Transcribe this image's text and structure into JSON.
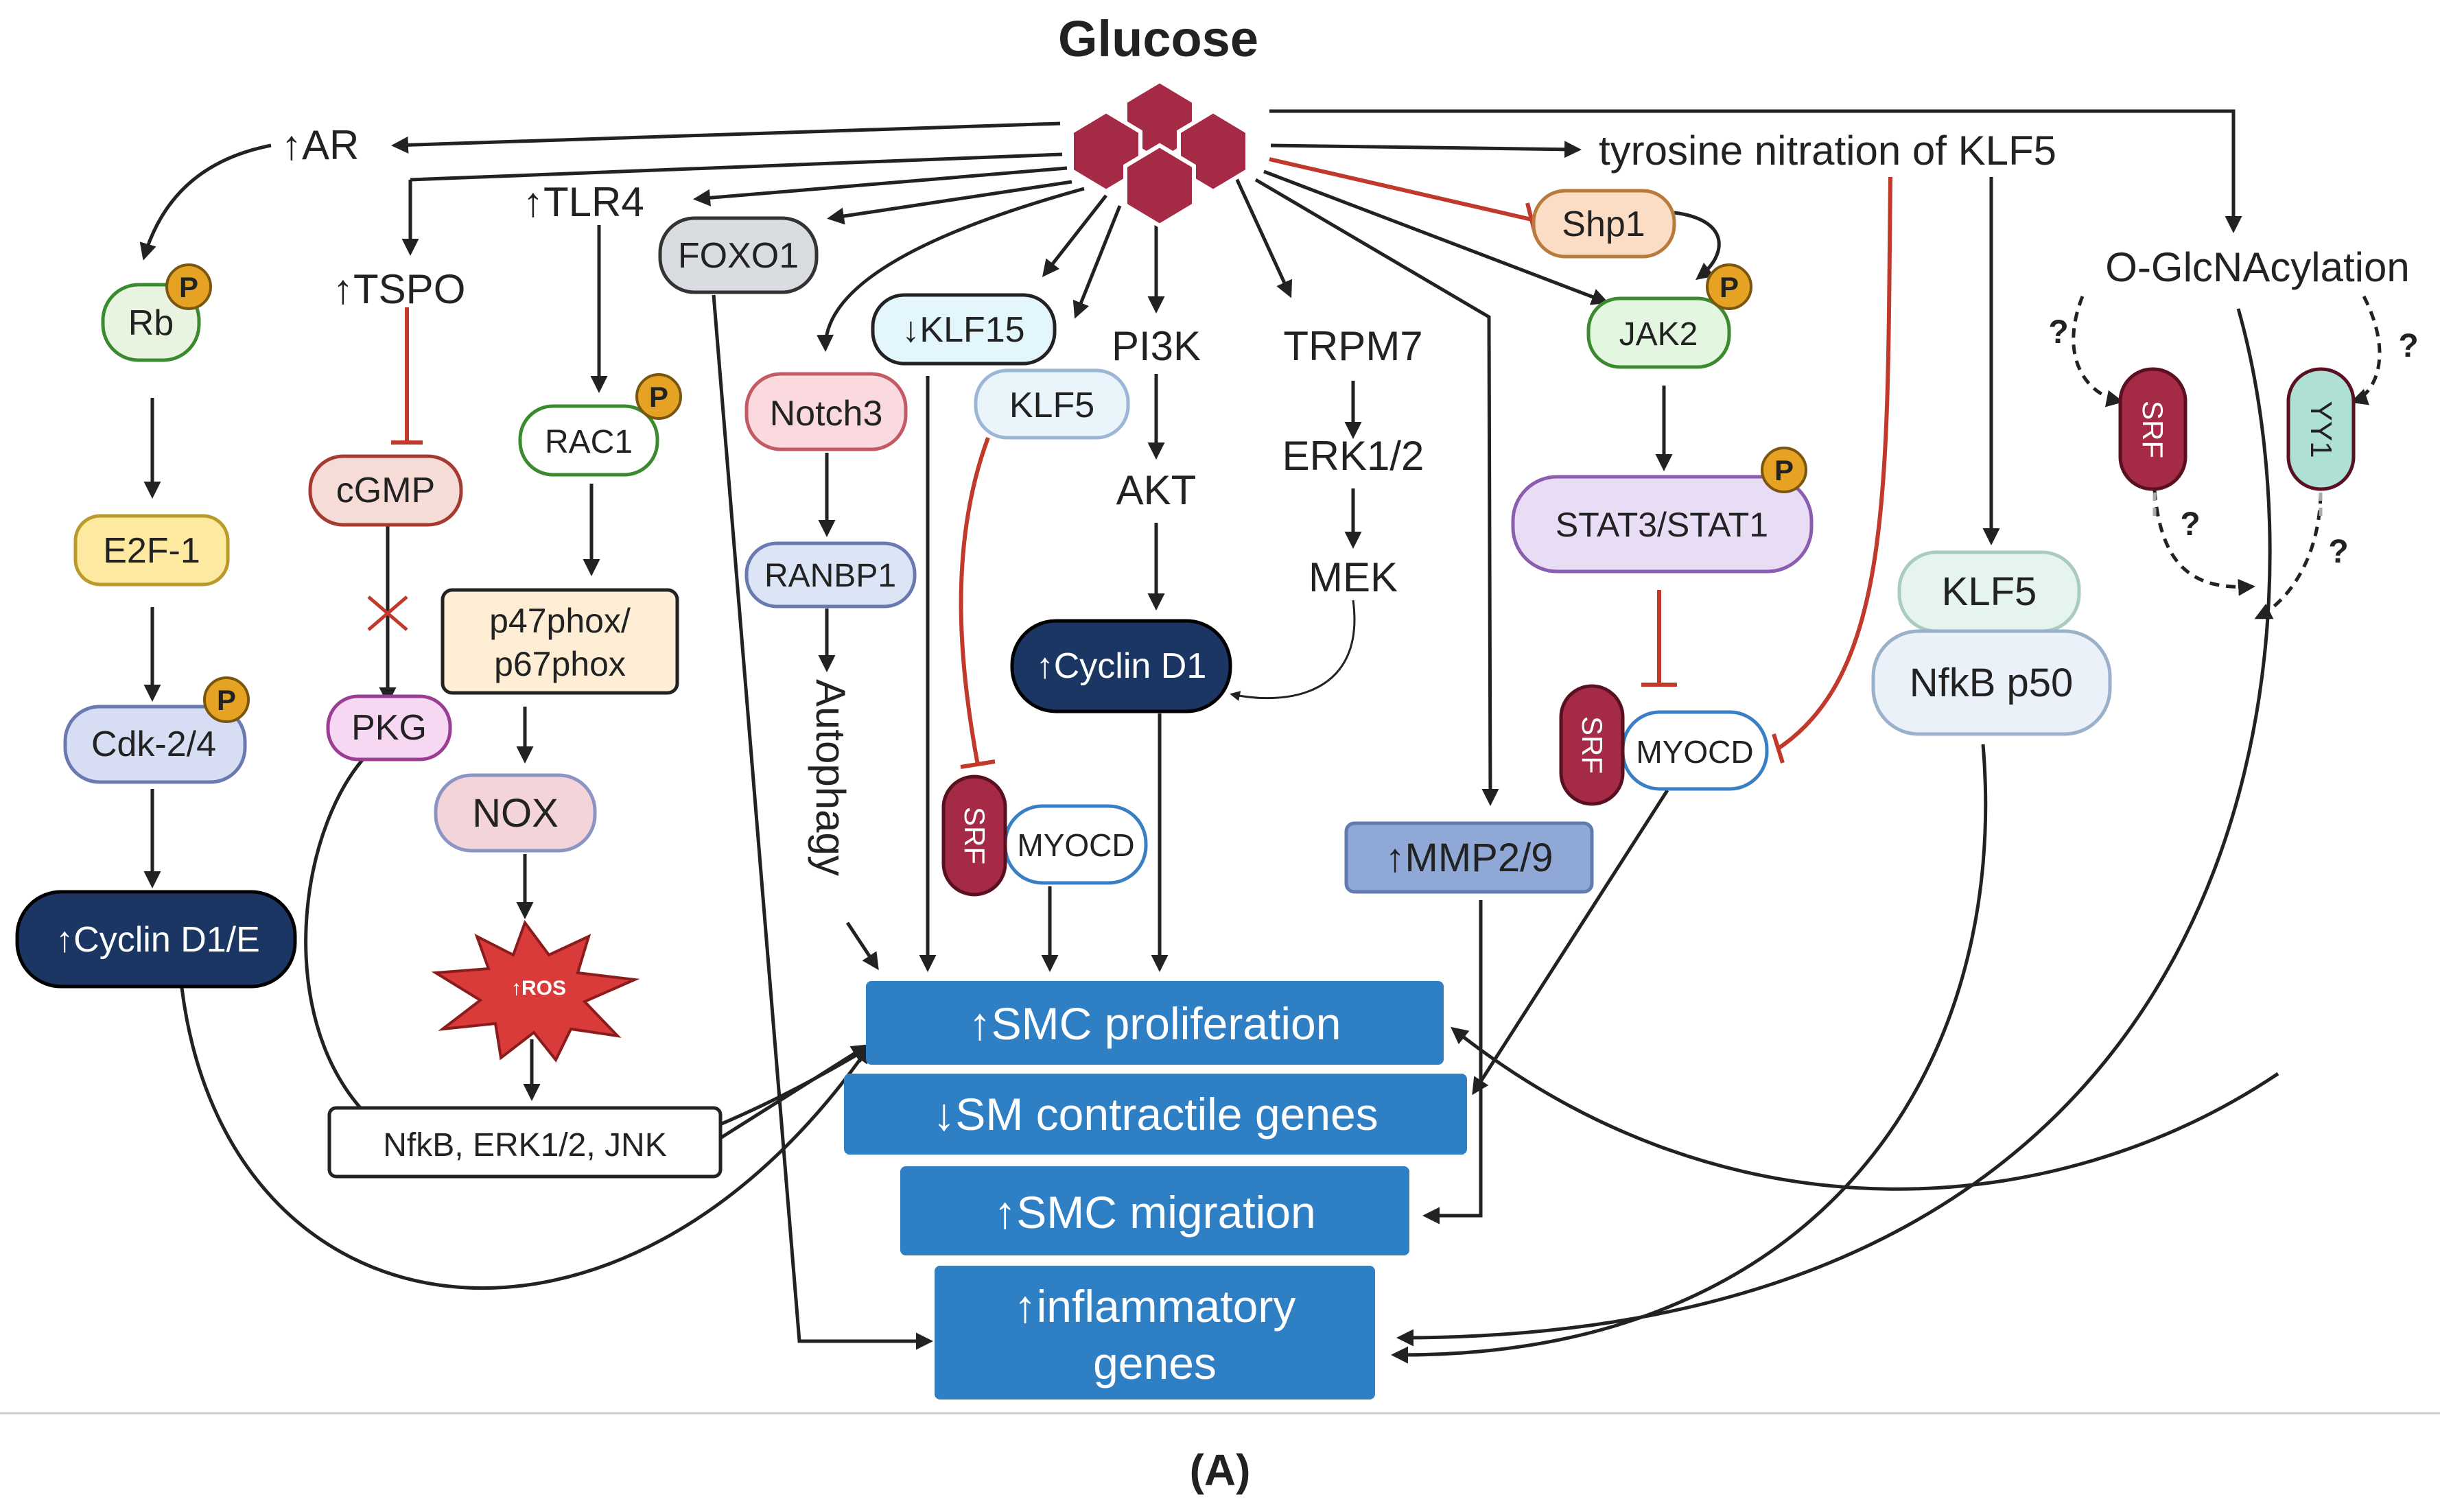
{
  "title": "Glucose",
  "panel_label": "(A)",
  "colors": {
    "arrow": "#222222",
    "inhibit": "#c0392b",
    "glucose": "#a52a45",
    "outcome": "#2f7fc4",
    "phospho": "#e6a323",
    "navy": "#1b3663"
  },
  "labels": {
    "ar": "↑AR",
    "tspo": "↑TSPO",
    "tlr4": "↑TLR4",
    "pi3k": "PI3K",
    "akt": "AKT",
    "trpm7": "TRPM7",
    "erk": "ERK1/2",
    "mek": "MEK",
    "tyrosine": "tyrosine nitration of KLF5",
    "oglc": "O-GlcNAcylation",
    "autophagy": "Autophagy"
  },
  "nodes": {
    "rb": "Rb",
    "e2f1": "E2F-1",
    "cdk": "Cdk-2/4",
    "cyclin_d1e": "↑Cyclin D1/E",
    "cgmp": "cGMP",
    "pkg": "PKG",
    "rac1": "RAC1",
    "p47_line1": "p47phox/",
    "p47_line2": "p67phox",
    "nox": "NOX",
    "ros": "↑ROS",
    "nfkb_erk_jnk": "NfkB, ERK1/2, JNK",
    "foxo1": "FOXO1",
    "notch3": "Notch3",
    "ranbp1": "RANBP1",
    "klf15": "↓KLF15",
    "klf5_a": "KLF5",
    "srf_a": "SRF",
    "myocd_a": "MYOCD",
    "cyclin_d1": "↑Cyclin D1",
    "mmp": "↑MMP2/9",
    "shp1": "Shp1",
    "jak2": "JAK2",
    "stat": "STAT3/STAT1",
    "srf_b": "SRF",
    "myocd_b": "MYOCD",
    "klf5_b": "KLF5",
    "nfkb_p50": "NfkB p50",
    "srf_c": "SRF",
    "yy1": "YY1",
    "p": "P",
    "q": "?"
  },
  "outcomes": {
    "proliferation": "↑SMC proliferation",
    "contractile": "↓SM contractile genes",
    "migration": "↑SMC migration",
    "inflam_line1": "↑inflammatory",
    "inflam_line2": "genes"
  }
}
